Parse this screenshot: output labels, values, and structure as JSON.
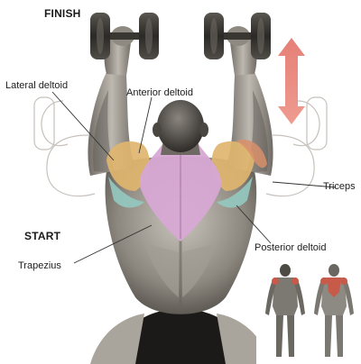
{
  "phases": {
    "finish": "FINISH",
    "start": "START"
  },
  "muscles": {
    "lateral_deltoid": "Lateral deltoid",
    "anterior_deltoid": "Anterior deltoid",
    "triceps": "Triceps",
    "trapezius": "Trapezius",
    "posterior_deltoid": "Posterior deltoid"
  },
  "colors": {
    "motion_arrow": "#e9857e",
    "trapezius": "#d7a8d4",
    "deltoid": "#e0b56f",
    "posterior_deltoid": "#93c9c0",
    "skin_shading": "#7f7a72",
    "inset_highlight": "#c85a4a"
  },
  "icons": {
    "motion_arrow": "double-headed-vertical-arrow"
  }
}
